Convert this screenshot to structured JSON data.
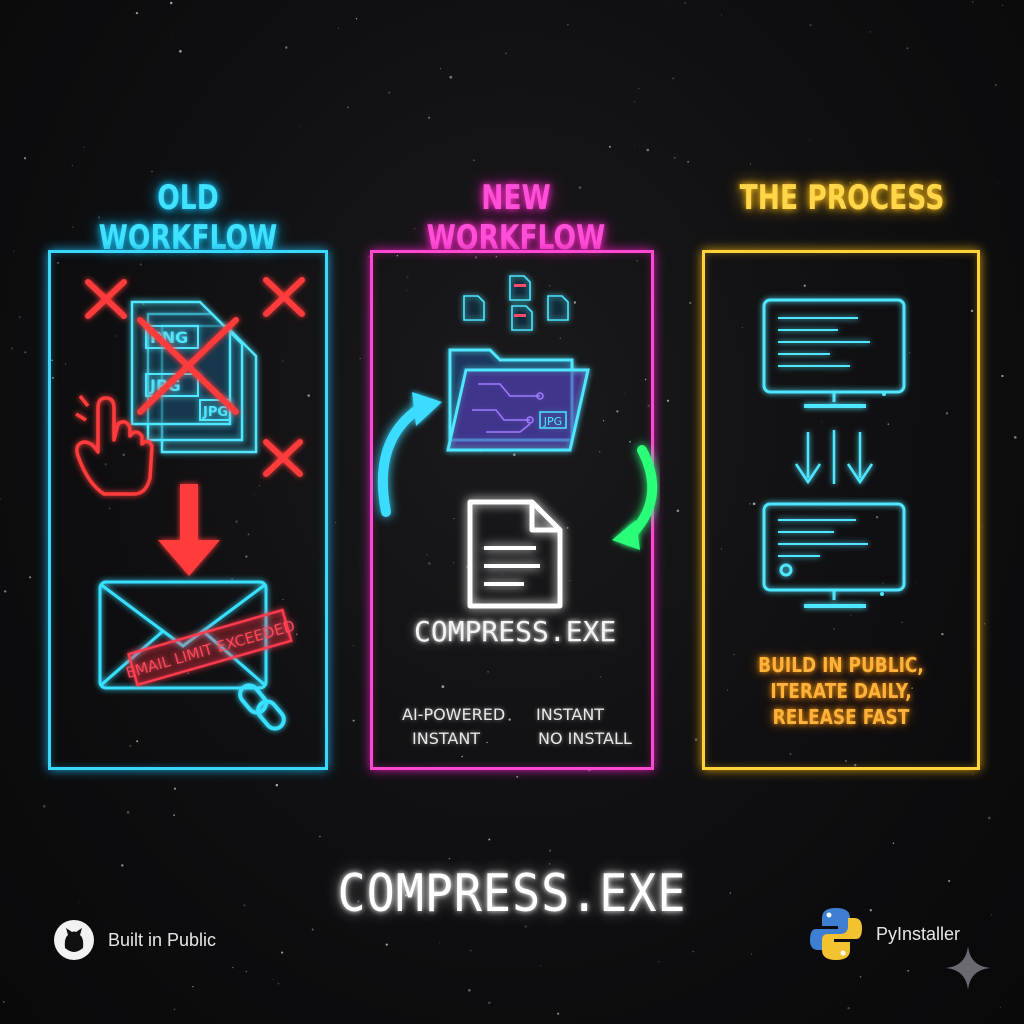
{
  "columns": {
    "old": {
      "title": "OLD WORKFLOW",
      "icon_labels": [
        "PNG",
        "JPG",
        "JPG"
      ],
      "stamp": "EMAIL LIMIT EXCEEDED"
    },
    "new": {
      "title": "NEW WORKFLOW",
      "folder_label": "JPG",
      "app_name": "COMPRESS.EXE",
      "features_left": [
        "AI-POWERED",
        "INSTANT"
      ],
      "features_right": [
        "INSTANT",
        "NO INSTALL"
      ]
    },
    "process": {
      "title": "THE PROCESS",
      "text_lines": [
        "BUILD IN PUBLIC,",
        "ITERATE DAILY,",
        "RELEASE FAST"
      ]
    }
  },
  "footer": {
    "title": "COMPRESS.EXE",
    "left_text": "Built in Public",
    "right_text": "PyInstaller"
  },
  "colors": {
    "cyan": "#39d8ff",
    "pink": "#ff48d2",
    "yellow": "#ffd23c",
    "red": "#ff3b3b",
    "green": "#2cff7a",
    "orange": "#ffb23a"
  },
  "icons": [
    "cross-icon",
    "file-icon",
    "hand-pointer-icon",
    "arrow-down-icon",
    "envelope-icon",
    "chain-link-icon",
    "folder-icon",
    "document-icon",
    "curved-arrow-icon",
    "monitor-icon",
    "github-icon",
    "python-icon",
    "sparkle-icon"
  ]
}
